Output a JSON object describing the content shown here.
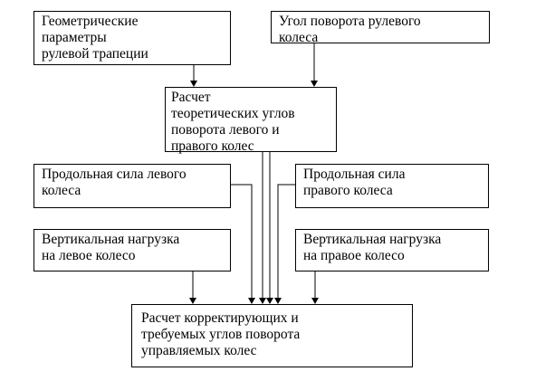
{
  "boxes": {
    "geometry_params": "Геометрические\nпараметры\nрулевой трапеции",
    "steering_wheel_angle": "Угол поворота рулевого\nколеса",
    "theoretical_angles": "Расчет\nтеоретических углов\nповорота левого и\nправого колес",
    "left_longitudinal_force": "Продольная сила левого\nколеса",
    "right_longitudinal_force": "Продольная сила\nправого колеса",
    "left_vertical_load": "Вертикальная нагрузка\nна левое колесо",
    "right_vertical_load": "Вертикальная нагрузка\nна правое колесо",
    "corrective_angles": "Расчет корректирующих и\nтребуемых углов поворота\nуправляемых колес"
  }
}
